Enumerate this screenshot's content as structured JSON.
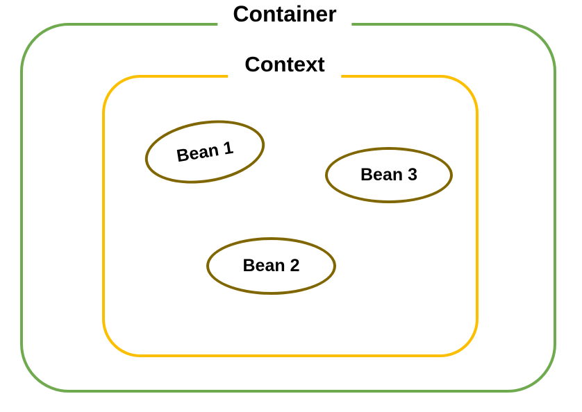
{
  "diagram": {
    "container_label": "Container",
    "context_label": "Context",
    "beans": [
      {
        "label": "Bean 1"
      },
      {
        "label": "Bean 2"
      },
      {
        "label": "Bean 3"
      }
    ],
    "colors": {
      "container_border": "#6faa4f",
      "context_border": "#fcbf00",
      "bean_border": "#7f6600",
      "text": "#000000",
      "background": "#ffffff"
    }
  }
}
